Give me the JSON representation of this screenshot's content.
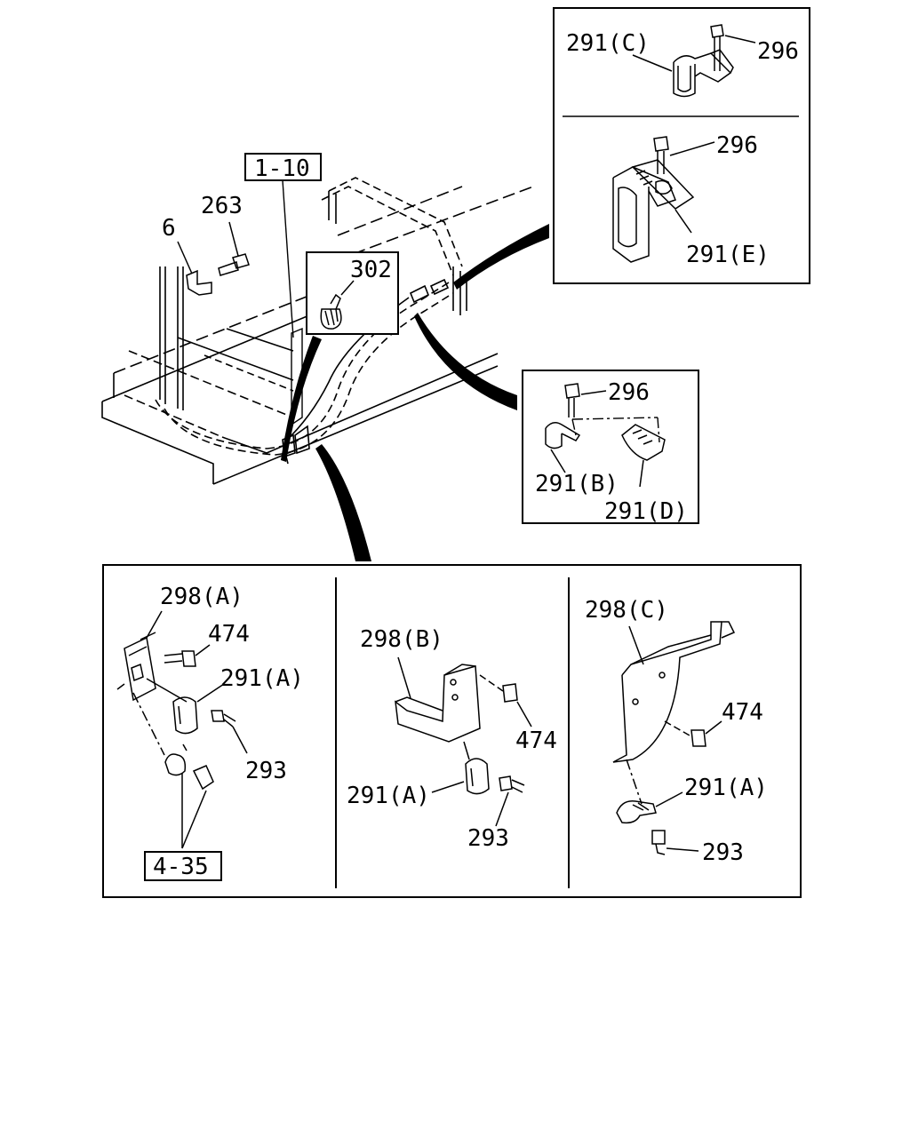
{
  "labels": {
    "ref_1_10": "1-10",
    "ref_4_35": "4-35",
    "p263": "263",
    "p6": "6",
    "p302": "302",
    "p291c": "291(C)",
    "p296_top": "296",
    "p296_mid": "296",
    "p291e": "291(E)",
    "p296_b": "296",
    "p291b": "291(B)",
    "p291d": "291(D)",
    "p298a": "298(A)",
    "p474_a": "474",
    "p291a_a": "291(A)",
    "p293_a": "293",
    "p298b": "298(B)",
    "p474_b": "474",
    "p291a_b": "291(A)",
    "p293_b": "293",
    "p298c": "298(C)",
    "p474_c": "474",
    "p291a_c": "291(A)",
    "p293_c": "293"
  }
}
